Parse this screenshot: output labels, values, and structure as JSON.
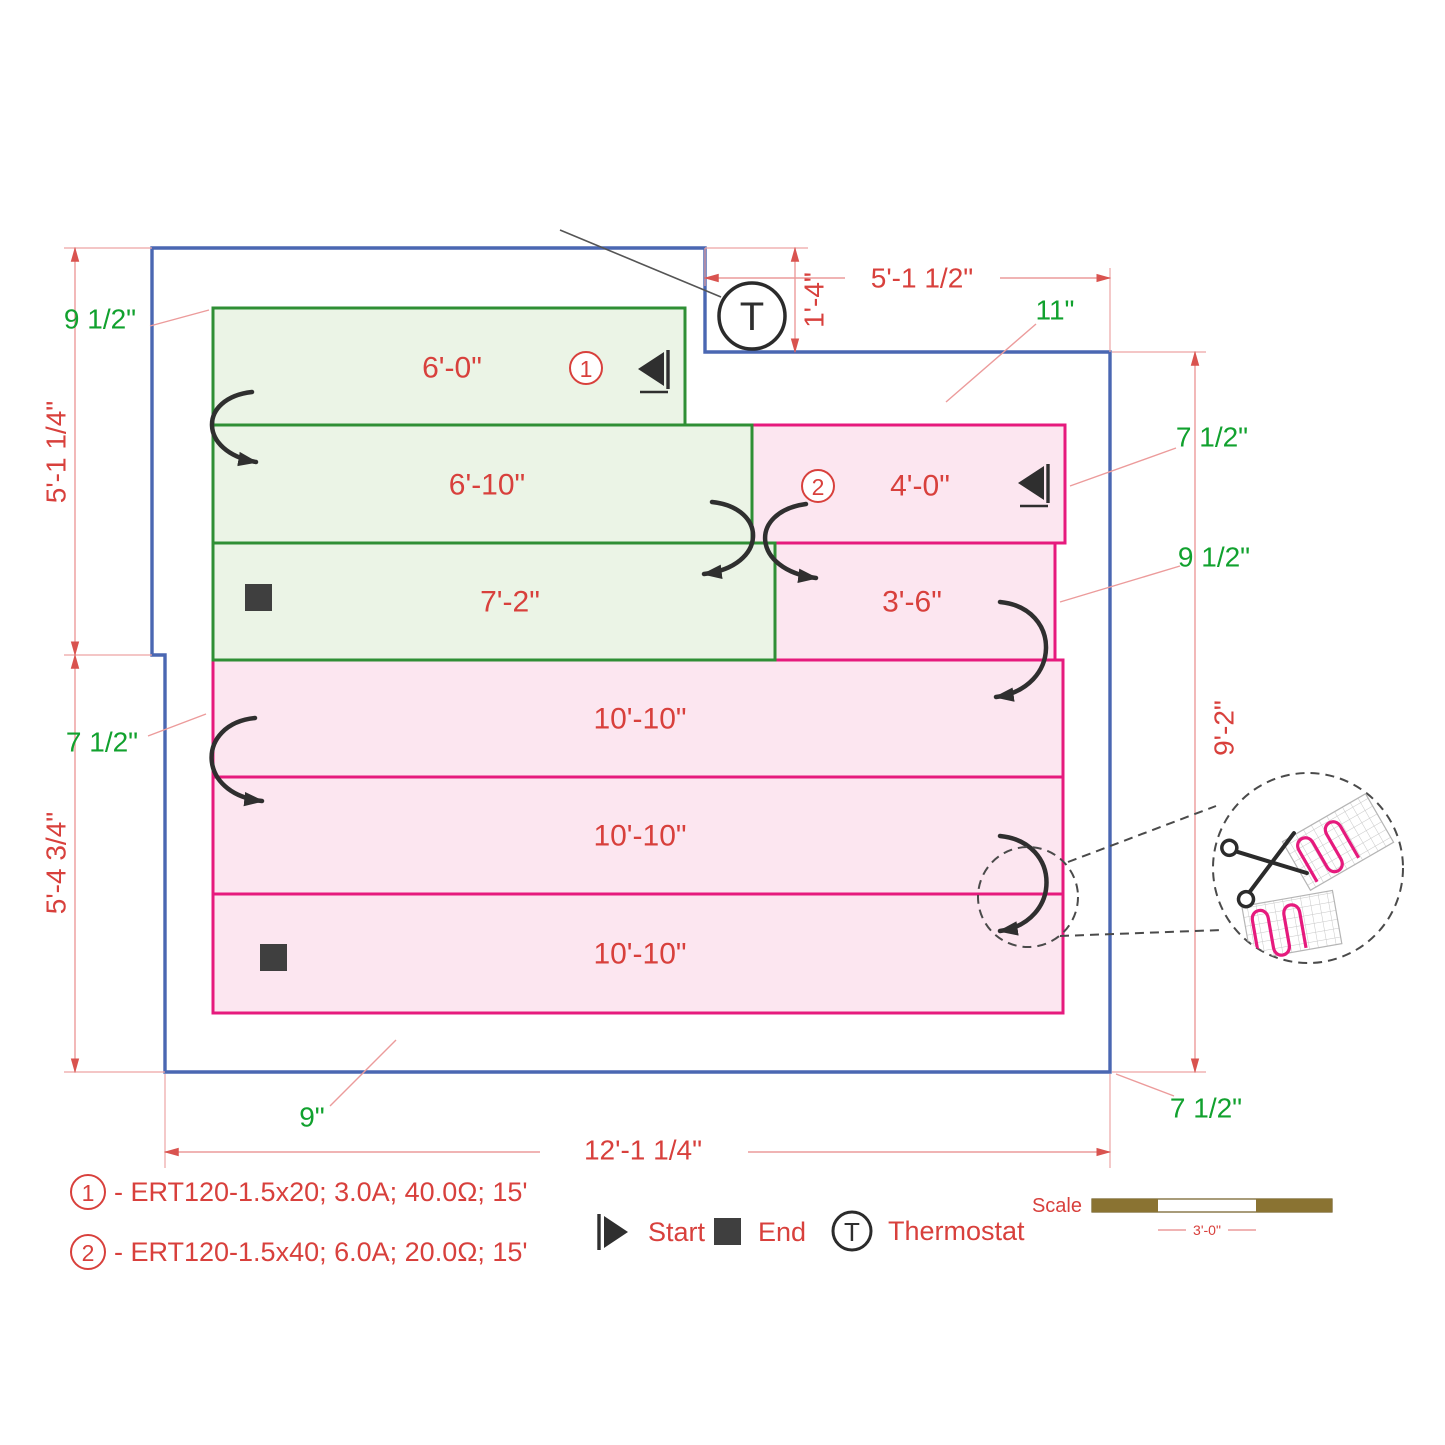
{
  "colors": {
    "room_outline": "#4a67b2",
    "green_mat_border": "#2f8f35",
    "green_mat_fill": "#ebf4e6",
    "pink_mat_border": "#e61a7d",
    "pink_mat_fill": "#fce6f0",
    "dimension_red": "#d8403c",
    "dimension_green": "#11a12e",
    "scale_bar": "#8a7332"
  },
  "mats": [
    {
      "id": "green-1",
      "label": "6'-0\"",
      "badge": "1"
    },
    {
      "id": "green-2",
      "label": "6'-10\""
    },
    {
      "id": "green-3",
      "label": "7'-2\""
    },
    {
      "id": "pink-1",
      "label": "4'-0\"",
      "badge": "2"
    },
    {
      "id": "pink-2",
      "label": "3'-6\""
    },
    {
      "id": "pink-3",
      "label": "10'-10\""
    },
    {
      "id": "pink-4",
      "label": "10'-10\""
    },
    {
      "id": "pink-5",
      "label": "10'-10\""
    }
  ],
  "dimensions": {
    "top_left_gap": "9 1/2\"",
    "left_upper": "5'-1 1/4\"",
    "left_gap": "7 1/2\"",
    "left_lower": "5'-4 3/4\"",
    "thermostat_gap": "1'-4\"",
    "top_right_width": "5'-1 1/2\"",
    "right_top_gap": "11\"",
    "right_gap_upper": "7 1/2\"",
    "right_gap_mid": "9 1/2\"",
    "right_height": "9'-2\"",
    "bottom_gap": "9\"",
    "bottom_width": "12'-1 1/4\"",
    "bottom_right_gap": "7 1/2\""
  },
  "thermostat": {
    "symbol": "T"
  },
  "legend": {
    "items": [
      {
        "num": "1",
        "text": "- ERT120-1.5x20; 3.0A; 40.0Ω; 15'"
      },
      {
        "num": "2",
        "text": "- ERT120-1.5x40; 6.0A; 20.0Ω; 15'"
      }
    ],
    "start": "Start",
    "end": "End",
    "thermostat": "Thermostat",
    "scale_label": "Scale",
    "scale_value": "3'-0\""
  }
}
